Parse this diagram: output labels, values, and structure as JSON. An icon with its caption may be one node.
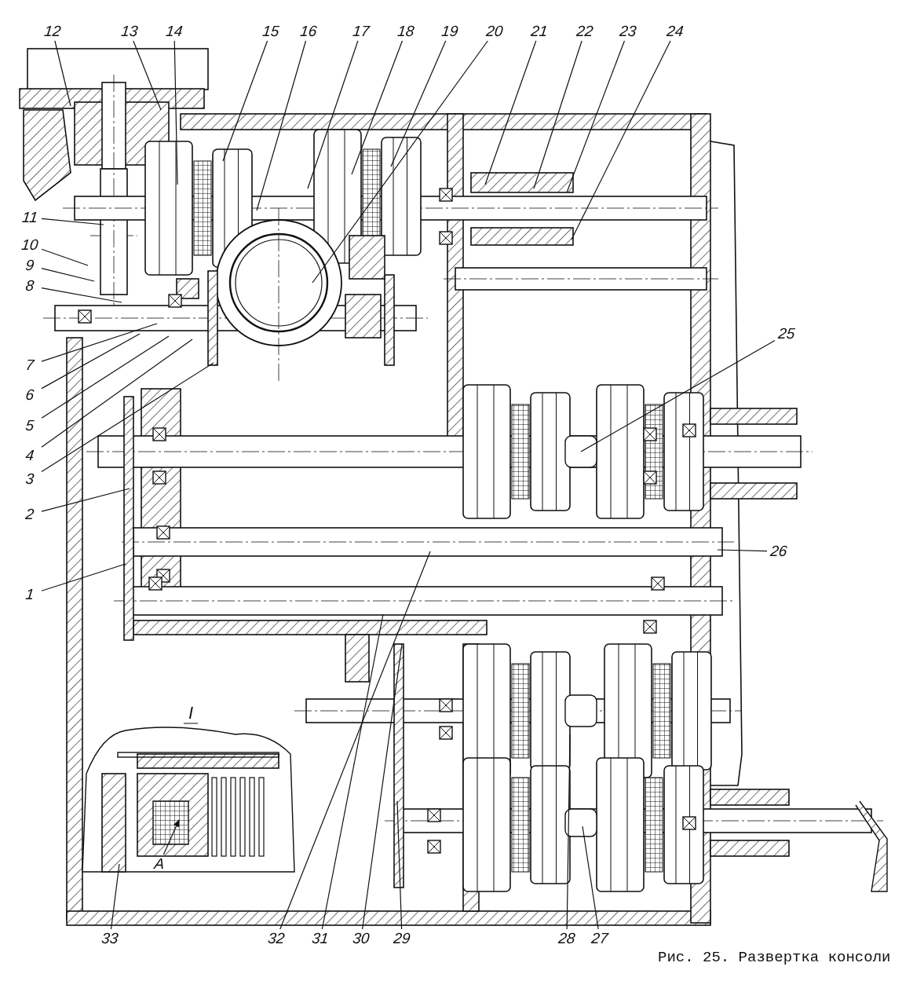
{
  "diagram": {
    "caption": "Рис. 25. Развертка консоли",
    "nodes": [
      {
        "text": [
          "1"
        ]
      },
      {
        "text": [
          "2"
        ]
      },
      {
        "text": [
          "3"
        ]
      },
      {
        "text": [
          "4"
        ]
      },
      {
        "text": [
          "5"
        ]
      },
      {
        "text": [
          "6"
        ]
      },
      {
        "text": [
          "7"
        ]
      },
      {
        "text": [
          "8"
        ]
      },
      {
        "text": [
          "9"
        ]
      },
      {
        "text": [
          "10"
        ]
      },
      {
        "text": [
          "11"
        ]
      },
      {
        "text": [
          "12"
        ]
      },
      {
        "text": [
          "13"
        ]
      },
      {
        "text": [
          "14"
        ]
      },
      {
        "text": [
          "15"
        ]
      },
      {
        "text": [
          "16"
        ]
      },
      {
        "text": [
          "17"
        ]
      },
      {
        "text": [
          "18"
        ]
      },
      {
        "text": [
          "19"
        ]
      },
      {
        "text": [
          "20"
        ]
      },
      {
        "text": [
          "21"
        ]
      },
      {
        "text": [
          "22"
        ]
      },
      {
        "text": [
          "23"
        ]
      },
      {
        "text": [
          "24"
        ]
      },
      {
        "text": [
          "25"
        ]
      },
      {
        "text": [
          "26"
        ]
      },
      {
        "text": [
          "27"
        ]
      },
      {
        "text": [
          "28"
        ]
      },
      {
        "text": [
          "29"
        ]
      },
      {
        "text": [
          "30"
        ]
      },
      {
        "text": [
          "31"
        ]
      },
      {
        "text": [
          "32"
        ]
      },
      {
        "text": [
          "33"
        ]
      },
      {
        "text": [
          "А"
        ]
      }
    ],
    "edges": [
      {
        "from": 0,
        "to": null,
        "arrow": "none"
      },
      {
        "from": 1,
        "to": null,
        "arrow": "none"
      },
      {
        "from": 2,
        "to": null,
        "arrow": "none"
      },
      {
        "from": 3,
        "to": null,
        "arrow": "none"
      },
      {
        "from": 4,
        "to": null,
        "arrow": "none"
      },
      {
        "from": 5,
        "to": null,
        "arrow": "none"
      },
      {
        "from": 6,
        "to": null,
        "arrow": "none"
      },
      {
        "from": 7,
        "to": null,
        "arrow": "none"
      },
      {
        "from": 8,
        "to": null,
        "arrow": "none"
      },
      {
        "from": 9,
        "to": null,
        "arrow": "none"
      },
      {
        "from": 10,
        "to": null,
        "arrow": "none"
      },
      {
        "from": 11,
        "to": null,
        "arrow": "none"
      },
      {
        "from": 12,
        "to": null,
        "arrow": "none"
      },
      {
        "from": 13,
        "to": null,
        "arrow": "none"
      },
      {
        "from": 14,
        "to": null,
        "arrow": "none"
      },
      {
        "from": 15,
        "to": null,
        "arrow": "none"
      },
      {
        "from": 16,
        "to": null,
        "arrow": "none"
      },
      {
        "from": 17,
        "to": null,
        "arrow": "none"
      },
      {
        "from": 18,
        "to": null,
        "arrow": "none"
      },
      {
        "from": 19,
        "to": null,
        "arrow": "none"
      },
      {
        "from": 20,
        "to": null,
        "arrow": "none"
      },
      {
        "from": 21,
        "to": null,
        "arrow": "none"
      },
      {
        "from": 22,
        "to": null,
        "arrow": "none"
      },
      {
        "from": 23,
        "to": null,
        "arrow": "none"
      },
      {
        "from": 24,
        "to": null,
        "arrow": "none"
      },
      {
        "from": 25,
        "to": null,
        "arrow": "none"
      },
      {
        "from": 26,
        "to": null,
        "arrow": "none"
      },
      {
        "from": 27,
        "to": null,
        "arrow": "none"
      },
      {
        "from": 28,
        "to": null,
        "arrow": "none"
      },
      {
        "from": 29,
        "to": null,
        "arrow": "none"
      },
      {
        "from": 30,
        "to": null,
        "arrow": "none"
      },
      {
        "from": 31,
        "to": null,
        "arrow": "none"
      },
      {
        "from": 32,
        "to": null,
        "arrow": "none"
      },
      {
        "from": 33,
        "to": null,
        "arrow": "to"
      }
    ],
    "labels": [
      "I"
    ]
  }
}
